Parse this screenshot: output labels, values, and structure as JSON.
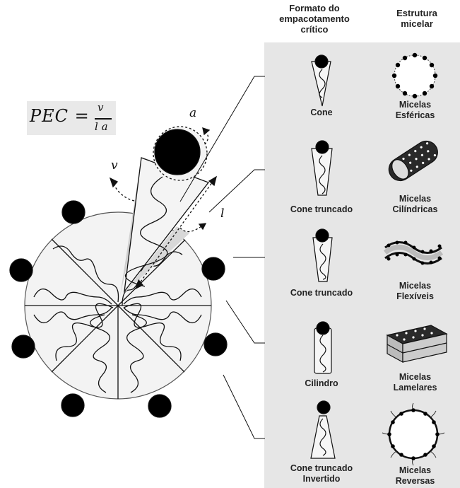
{
  "header": {
    "col1": [
      "Formato do",
      "empacotamento",
      "crítico"
    ],
    "col2": [
      "Estrutura",
      "micelar"
    ]
  },
  "formula": {
    "lhs": "PEC =",
    "numerator": "v",
    "denominator": "l a"
  },
  "symbols": {
    "a": "a",
    "v": "v",
    "l": "l"
  },
  "rows": [
    {
      "shape": "Cone",
      "structure": [
        "Micelas",
        "Esféricas"
      ]
    },
    {
      "shape": "Cone truncado",
      "structure": [
        "Micelas",
        "Cilíndricas"
      ]
    },
    {
      "shape": "Cone truncado",
      "structure": [
        "Micelas",
        "Flexíveis"
      ]
    },
    {
      "shape": "Cilindro",
      "structure": [
        "Micelas",
        "Lamelares"
      ]
    },
    {
      "shape": "Cone truncado Invertido",
      "structure": [
        "Micelas",
        "Reversas"
      ]
    }
  ],
  "colors": {
    "panel": "#e6e6e6",
    "ink": "#111111",
    "fill": "#f2f2f2"
  }
}
